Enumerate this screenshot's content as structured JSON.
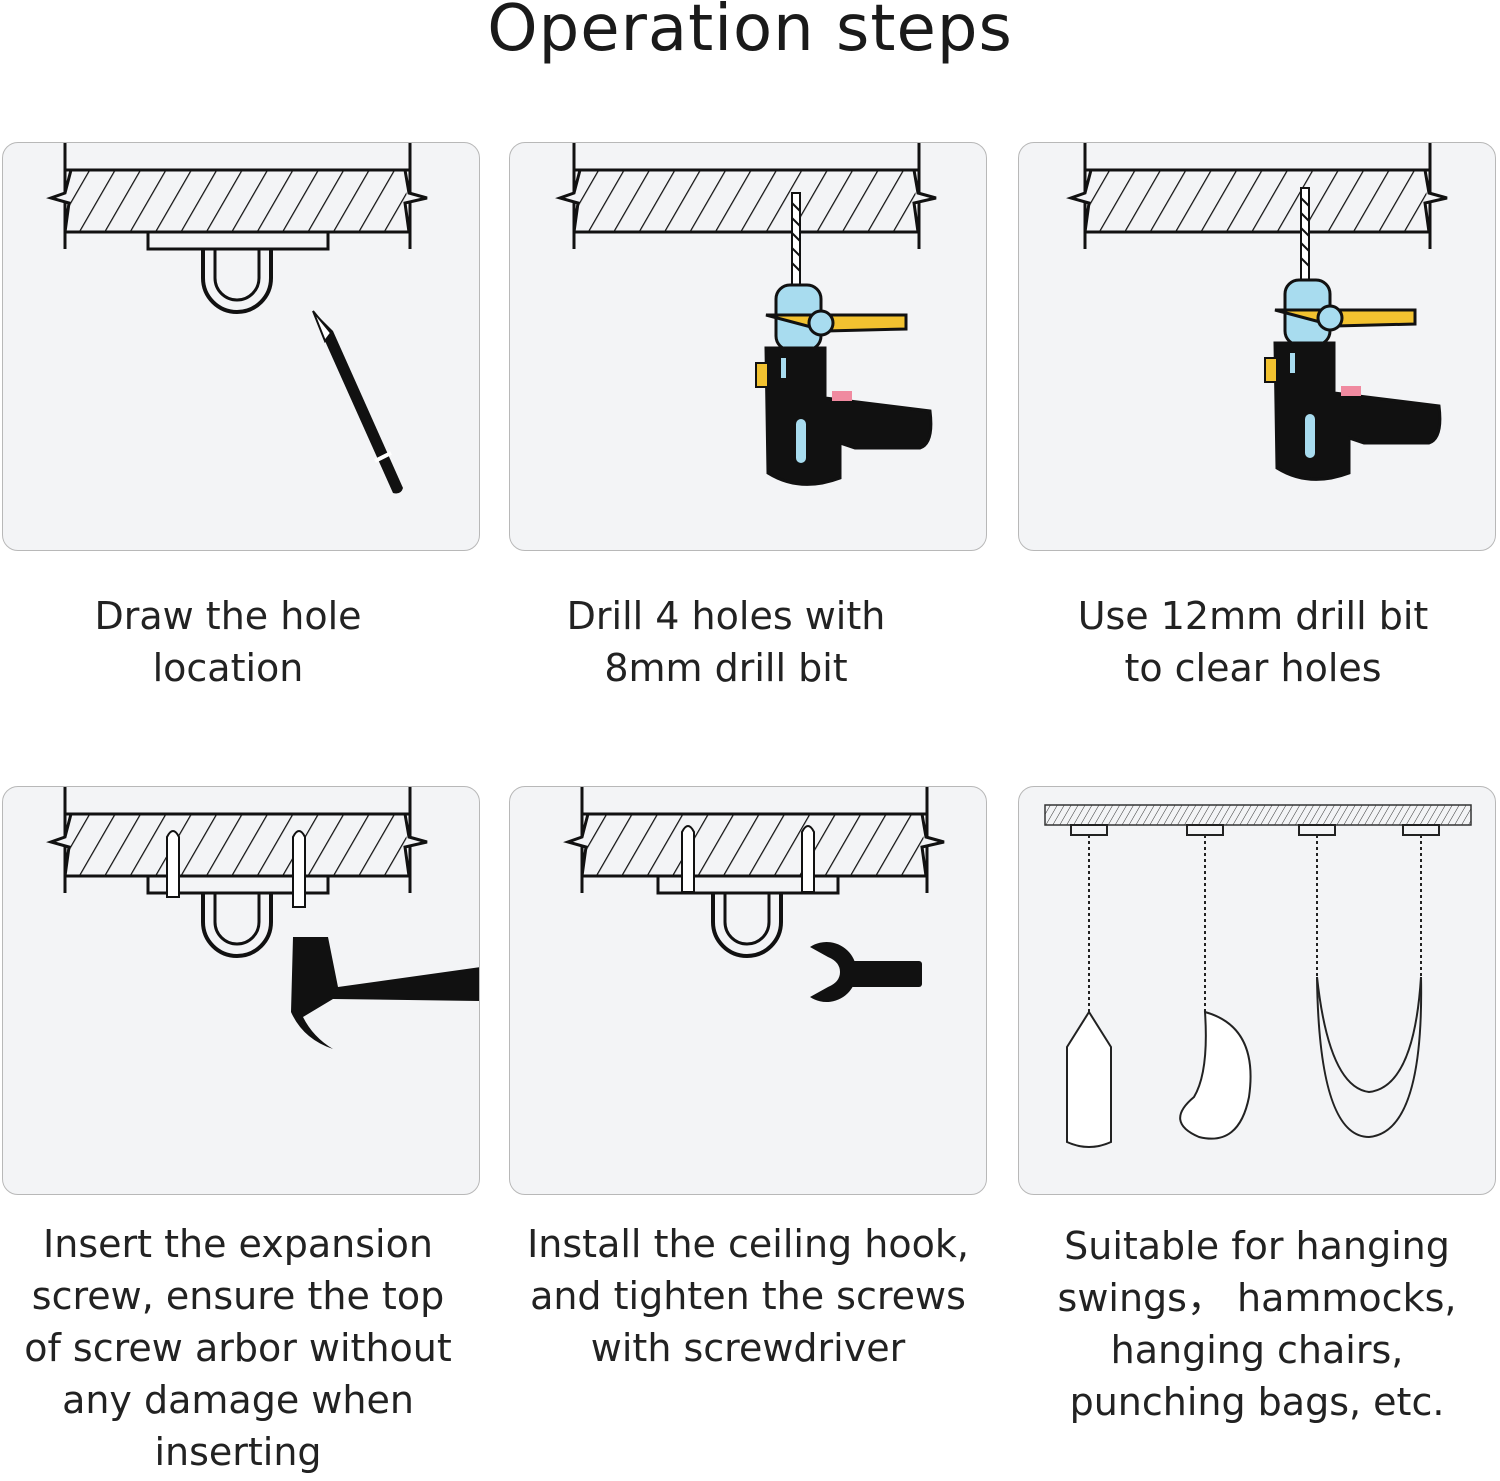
{
  "title": "Operation steps",
  "steps": [
    {
      "caption_lines": [
        "Draw the hole",
        "location"
      ],
      "icon": "pencil-icon"
    },
    {
      "caption_lines": [
        "Drill 4 holes with",
        "8mm drill bit"
      ],
      "icon": "drill-icon"
    },
    {
      "caption_lines": [
        "Use 12mm drill bit",
        "to clear holes"
      ],
      "icon": "drill-icon"
    },
    {
      "caption_lines": [
        "Insert the expansion",
        "screw, ensure the top",
        "of screw arbor without",
        "any damage when",
        "inserting"
      ],
      "icon": "hammer-icon"
    },
    {
      "caption_lines": [
        "Install the ceiling hook,",
        "and tighten the screws",
        "with screwdriver"
      ],
      "icon": "wrench-icon"
    },
    {
      "caption_lines": [
        "Suitable for hanging",
        "swings， hammocks,",
        "hanging chairs,",
        "punching bags, etc."
      ],
      "icon": "swings-icon"
    }
  ],
  "colors": {
    "panel_bg": "#f3f4f6",
    "drill_blue": "#a8dcef",
    "drill_yellow": "#f2c230",
    "drill_pink": "#f08aa0"
  }
}
